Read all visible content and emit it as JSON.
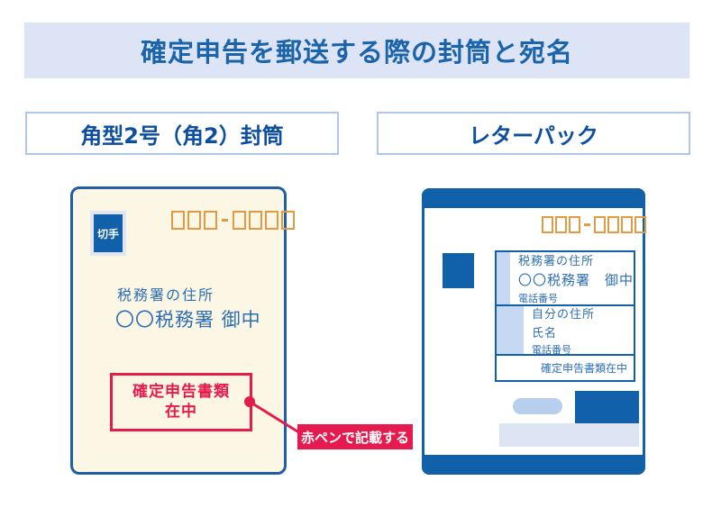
{
  "title": "確定申告を郵送する際の封筒と宛名",
  "left_panel": {
    "header": "角型2号（角2）封筒",
    "envelope": {
      "stamp_label": "切手",
      "postal_code_format": "□□□-□□□□",
      "recipient_address_label": "税務署の住所",
      "recipient_name": "〇〇税務署 御中",
      "red_stamp": {
        "line1": "確定申告書類",
        "line2": "在中"
      },
      "annotation": "赤ペンで記載する"
    }
  },
  "right_panel": {
    "header": "レターパック",
    "letterpack": {
      "postal_code_format": "□□□-□□□□",
      "to_section": {
        "line1": "税務署の住所",
        "line2": "〇〇税務署　御中",
        "line3": "電話番号"
      },
      "from_section": {
        "line1": "自分の住所",
        "line2": "氏名",
        "line3": "電話番号"
      },
      "contents_label": "確定申告書類在中"
    }
  },
  "colors": {
    "deep_blue": "#1160aa",
    "title_bar_bg": "#dce4f6",
    "title_text": "#1b64ab",
    "panel_header_text": "#0d4f9e",
    "panel_header_border": "#aec8e9",
    "body_text_blue": "#2e6fb4",
    "crimson": "#e51a4e",
    "orange": "#e49a43",
    "envelope_cream": "#fcf7e5",
    "table_strip_blue": "#c7d9f2",
    "pill_blue": "#b7cfed",
    "light_rect_blue": "#dde4f4"
  }
}
